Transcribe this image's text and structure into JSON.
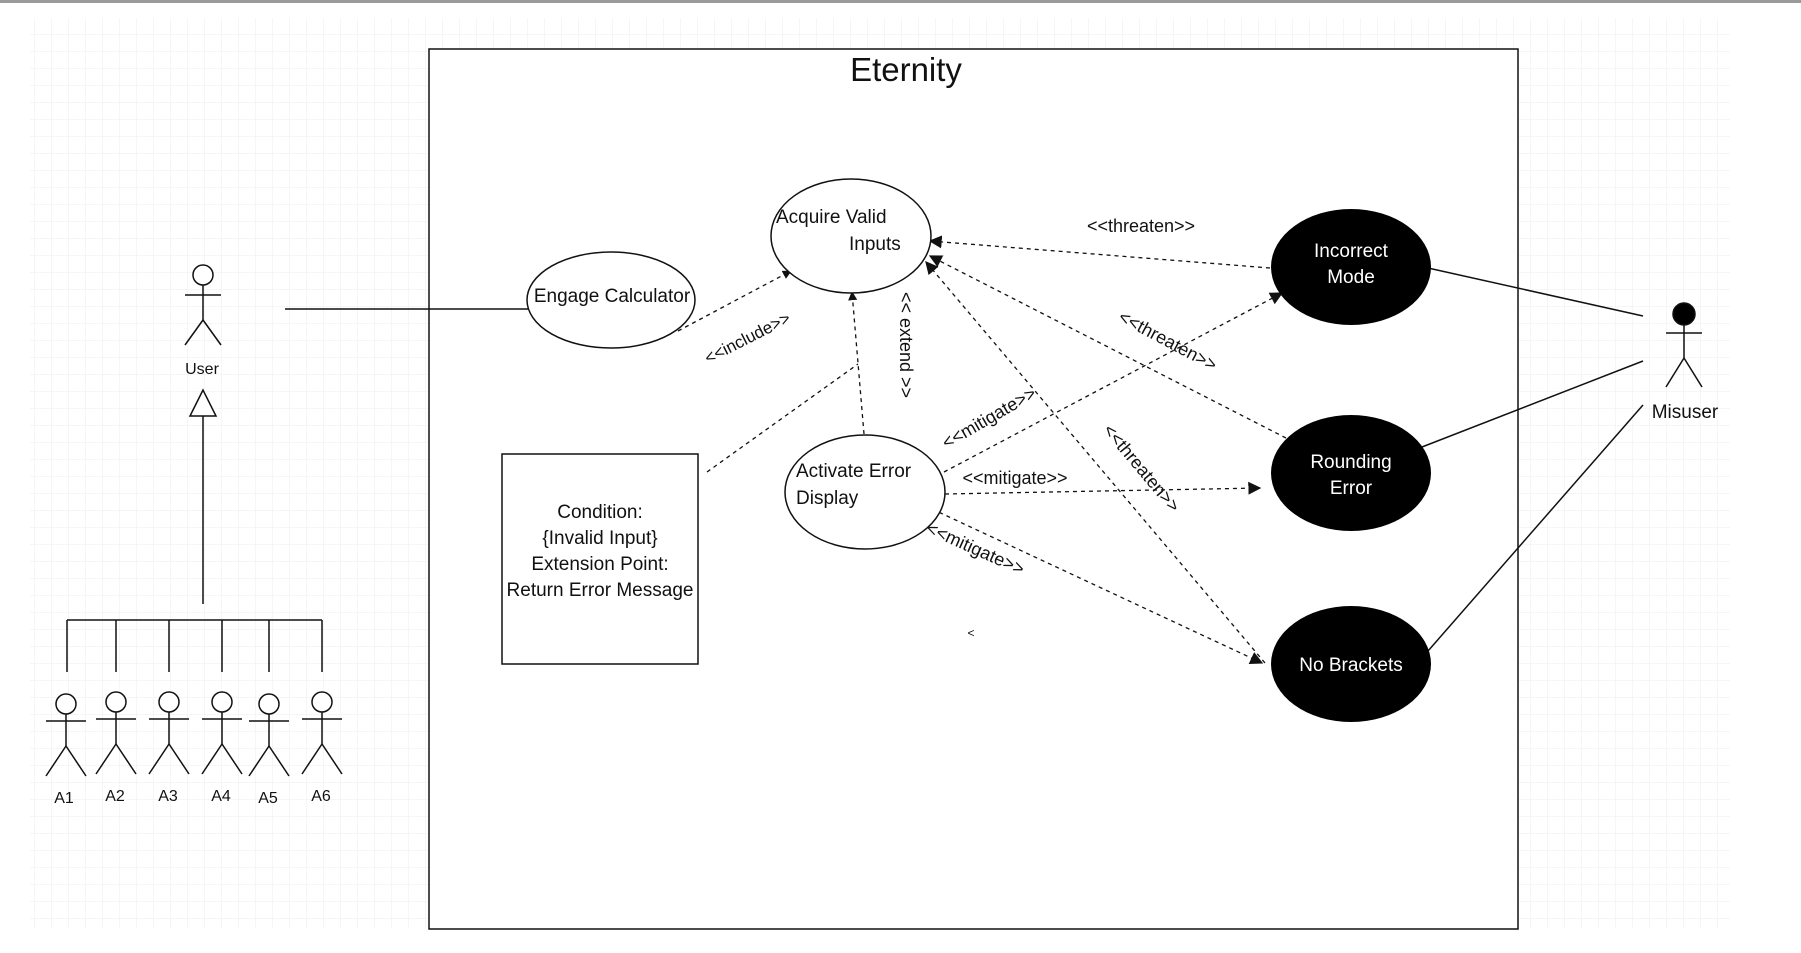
{
  "system": {
    "title": "Eternity"
  },
  "actors": {
    "user": "User",
    "misuser": "Misuser",
    "subs": [
      "A1",
      "A2",
      "A3",
      "A4",
      "A5",
      "A6"
    ]
  },
  "use_cases": {
    "engage": "Engage Calculator",
    "acquire": [
      "Acquire Valid",
      "Inputs"
    ],
    "activate": [
      "Activate Error",
      "Display"
    ]
  },
  "misuse_cases": {
    "incorrect_mode": [
      "Incorrect",
      "Mode"
    ],
    "rounding_error": [
      "Rounding",
      "Error"
    ],
    "no_brackets": "No Brackets"
  },
  "relation_labels": {
    "include": "<<include>>",
    "extend": "<< extend >>",
    "threaten_1": "<<threaten>>",
    "threaten_2": "<<threaten>>",
    "threaten_3": "<<threaten>>",
    "mitigate_1": "<<mitigate>>",
    "mitigate_2": "<<mitigate>>",
    "mitigate_3": "<<mitigate>>"
  },
  "condition_note": [
    "Condition:",
    "{Invalid Input}",
    "Extension Point:",
    "Return Error Message"
  ],
  "stray_mark": "<",
  "colors": {
    "line": "#111111",
    "misuse_fill": "#000000",
    "misuse_text": "#ffffff",
    "grid": "#e8e8e8",
    "background": "#ffffff"
  }
}
